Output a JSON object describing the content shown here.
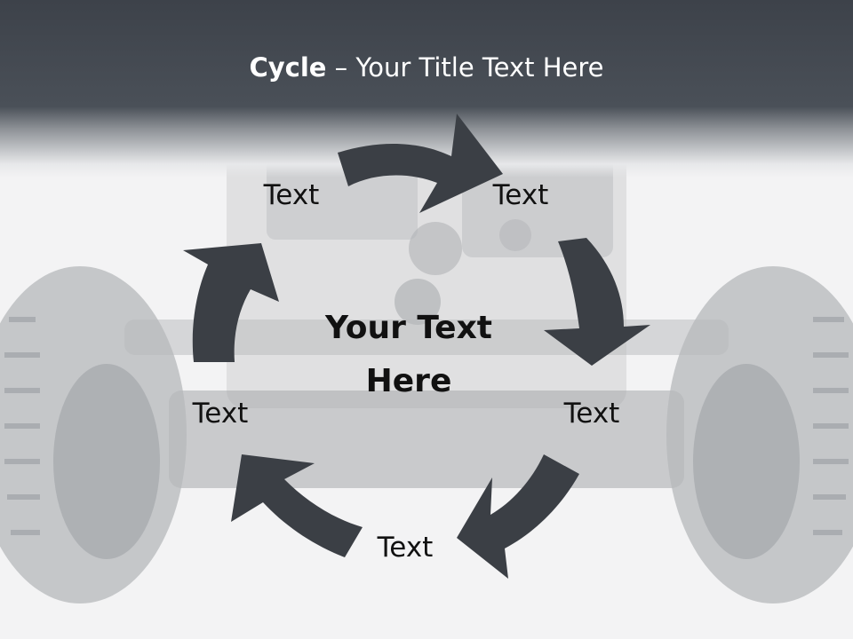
{
  "title": {
    "bold": "Cycle",
    "rest": " – Your Title Text Here"
  },
  "center": {
    "line1": "Your Text",
    "line2": "Here"
  },
  "nodes": [
    {
      "label": "Text"
    },
    {
      "label": "Text"
    },
    {
      "label": "Text"
    },
    {
      "label": "Text"
    },
    {
      "label": "Text"
    }
  ],
  "colors": {
    "title_band": "#454b53",
    "arrow": "#3b3f45",
    "text": "#111111",
    "background": "#f3f3f4"
  }
}
